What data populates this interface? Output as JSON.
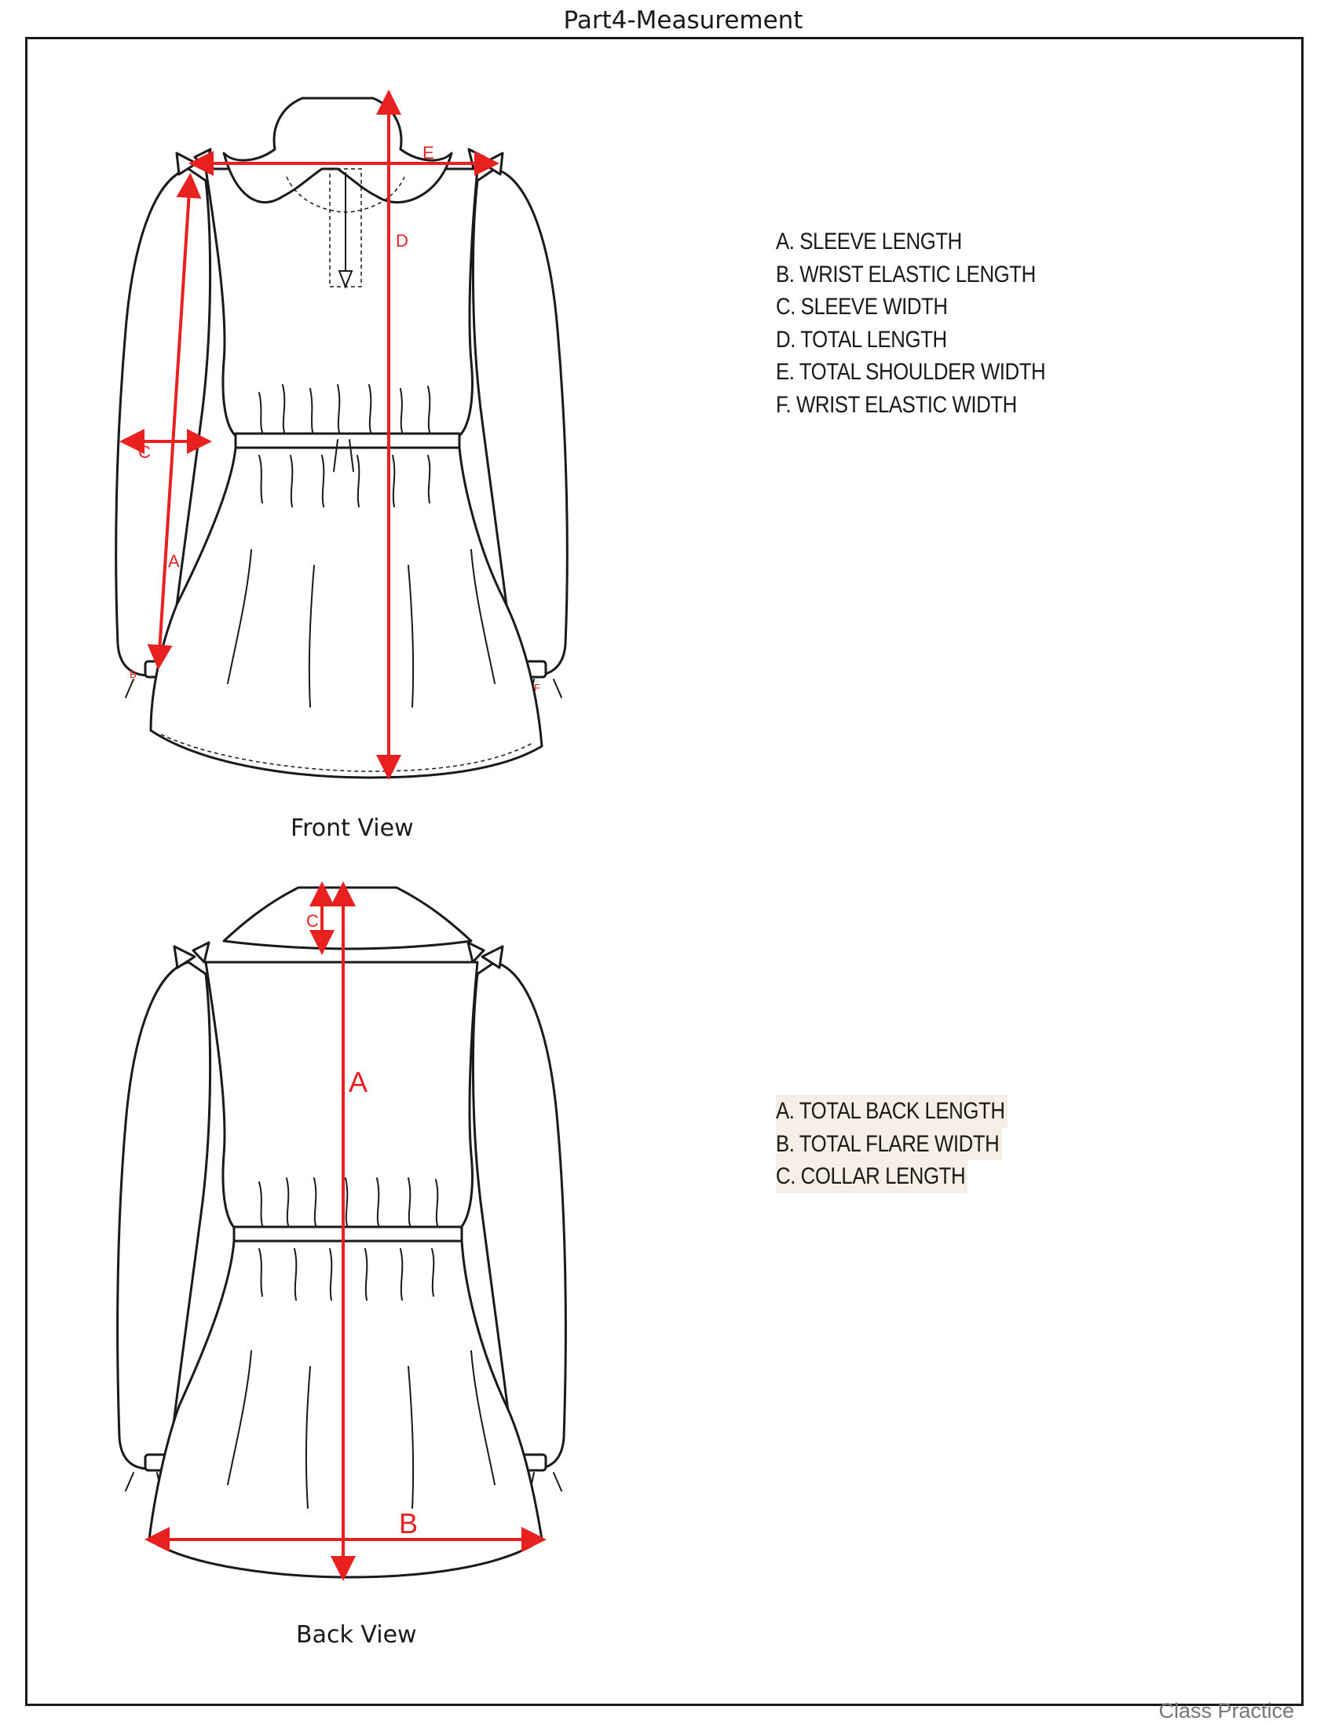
{
  "header": {
    "title": "Part4-Measurement"
  },
  "front": {
    "caption": "Front  View",
    "markers": {
      "a": "A",
      "b": "B",
      "c": "C",
      "d": "D",
      "e": "E",
      "f": "F"
    },
    "legend": [
      "A. SLEEVE LENGTH",
      "B.  WRIST ELASTIC LENGTH",
      "C. SLEEVE WIDTH",
      "D.  TOTAL LENGTH",
      "E.  TOTAL SHOULDER WIDTH",
      "F.  WRIST ELASTIC WIDTH"
    ]
  },
  "back": {
    "caption": "Back View",
    "markers": {
      "a": "A",
      "b": "B",
      "c": "C"
    },
    "legend": [
      "A. TOTAL BACK LENGTH",
      "B.  TOTAL FLARE WIDTH",
      "C.  COLLAR LENGTH"
    ]
  },
  "footer": {
    "note": "Class Practice"
  },
  "colors": {
    "measurement": "#e82020",
    "line": "#1a1a1a"
  }
}
